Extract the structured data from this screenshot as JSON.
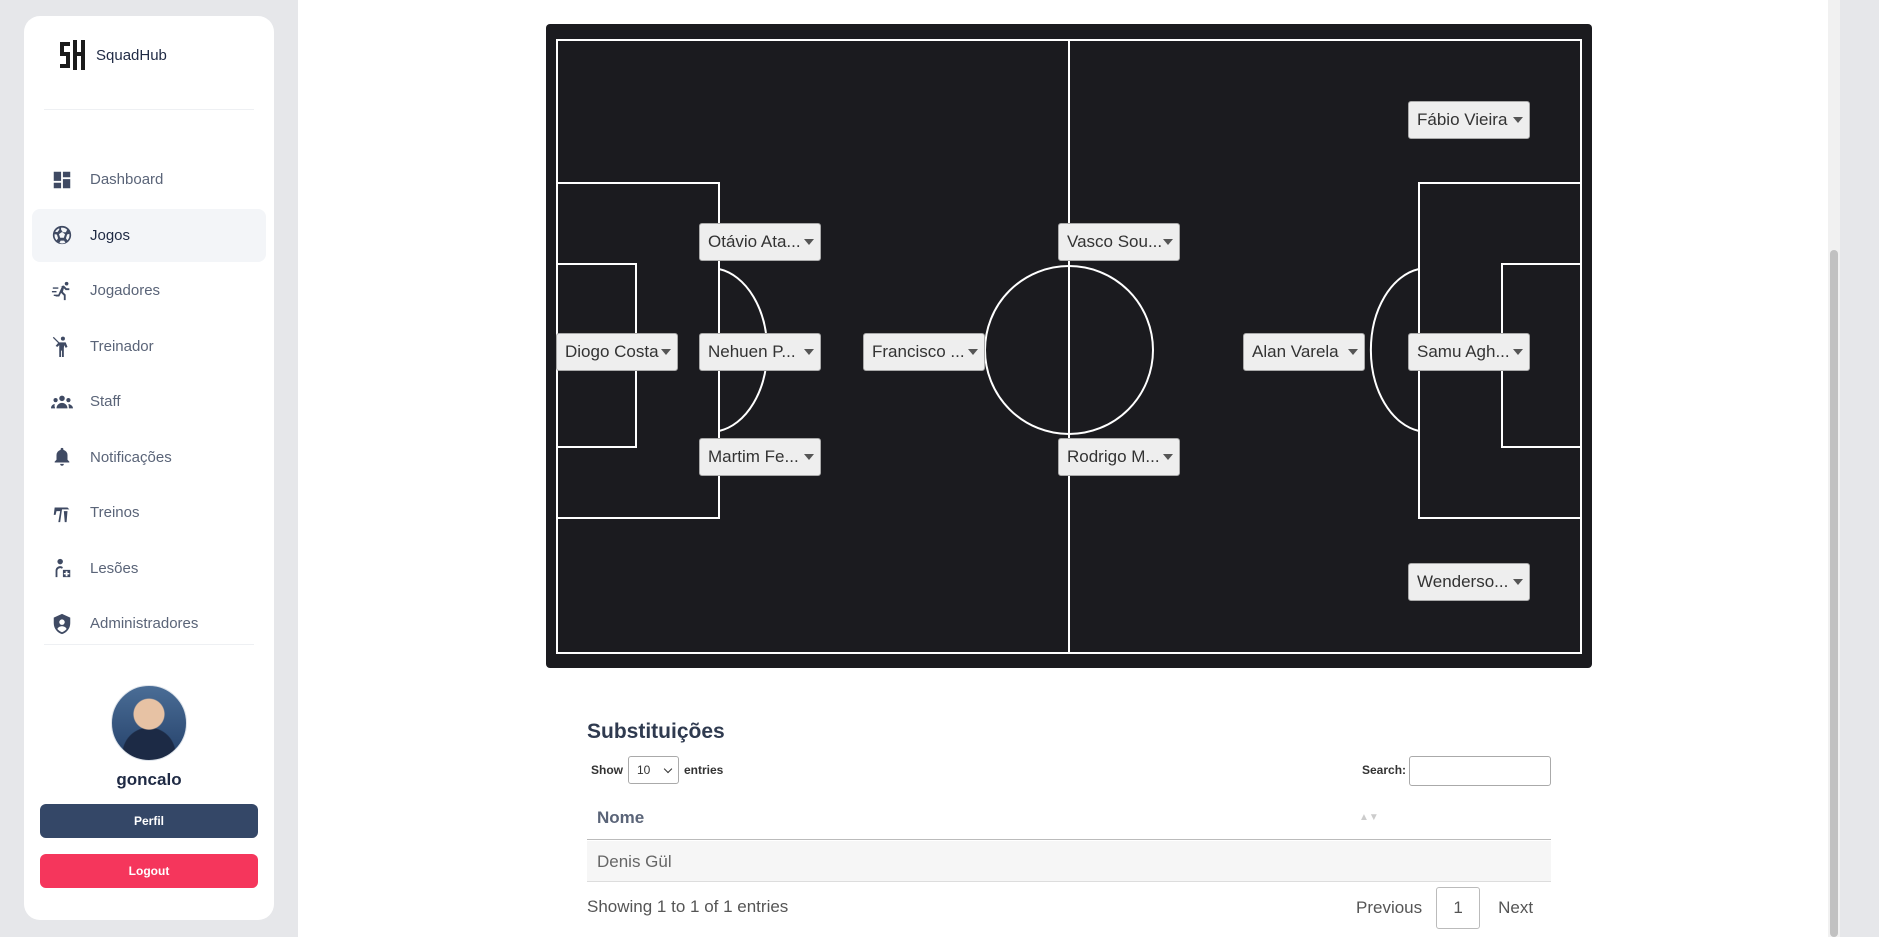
{
  "brand": {
    "name": "SquadHub"
  },
  "sidebar": {
    "items": [
      {
        "label": "Dashboard",
        "icon": "dashboard-icon",
        "active": false
      },
      {
        "label": "Jogos",
        "icon": "soccer-ball-icon",
        "active": true
      },
      {
        "label": "Jogadores",
        "icon": "running-player-icon",
        "active": false
      },
      {
        "label": "Treinador",
        "icon": "coach-icon",
        "active": false
      },
      {
        "label": "Staff",
        "icon": "group-icon",
        "active": false
      },
      {
        "label": "Notificações",
        "icon": "bell-icon",
        "active": false
      },
      {
        "label": "Treinos",
        "icon": "training-icon",
        "active": false
      },
      {
        "label": "Lesões",
        "icon": "injury-icon",
        "active": false
      },
      {
        "label": "Administradores",
        "icon": "admin-shield-icon",
        "active": false
      }
    ]
  },
  "profile": {
    "username": "goncalo",
    "perfil_label": "Perfil",
    "logout_label": "Logout"
  },
  "formation": {
    "players": [
      "Diogo Costa",
      "Otávio Ata...",
      "Nehuen P...",
      "Martim Fe...",
      "Francisco ...",
      "Vasco Sou...",
      "Rodrigo M...",
      "Alan Varela",
      "Fábio Vieira",
      "Samu Agh...",
      "Wenderso..."
    ]
  },
  "substitutions": {
    "title": "Substituições",
    "show_label": "Show",
    "entries_value": "10",
    "entries_label": "entries",
    "search_label": "Search:",
    "column_nome": "Nome",
    "rows": [
      "Denis Gül"
    ],
    "info": "Showing 1 to 1 of 1 entries",
    "prev_label": "Previous",
    "page_label": "1",
    "next_label": "Next"
  },
  "colors": {
    "pitch": "#1b1b1f",
    "primary_button": "#344767",
    "logout_button": "#f5365c"
  }
}
